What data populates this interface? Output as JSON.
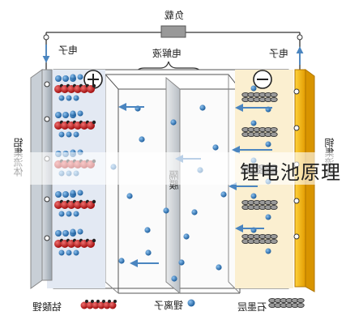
{
  "title": "锂电池原理",
  "labels": {
    "load": "负载",
    "electron_left": "电子",
    "electron_right": "电子",
    "electrolyte": "电解液",
    "separator": "隔膜",
    "left_collector": "铝集流体",
    "right_collector": "铜集流体",
    "positive_symbol": "⊕",
    "negative_symbol": "⊖",
    "legend_cathode": "钴酸锂",
    "legend_ion": "锂离子",
    "legend_anode": "石墨层"
  },
  "colors": {
    "ion": "#2a6fb0",
    "oxygen": "#c01818",
    "left_collector": "#b9c2cc",
    "right_collector": "#f2b300",
    "arrow": "#4a85c0"
  }
}
